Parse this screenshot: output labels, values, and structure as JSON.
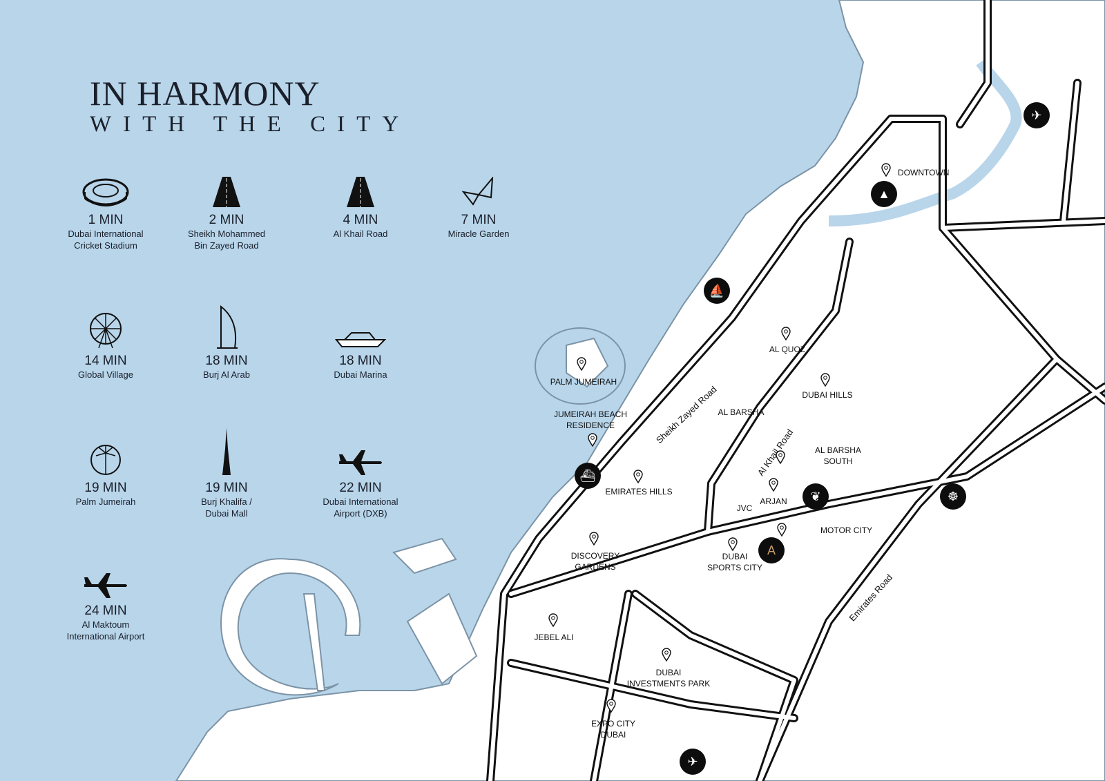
{
  "title": {
    "line1": "IN HARMONY",
    "line2": "WITH THE CITY"
  },
  "destinations": [
    {
      "time": "1 MIN",
      "name": "Dubai International\nCricket Stadium",
      "icon": "stadium-icon"
    },
    {
      "time": "2 MIN",
      "name": "Sheikh Mohammed\nBin Zayed Road",
      "icon": "road-icon"
    },
    {
      "time": "4 MIN",
      "name": "Al Khail Road",
      "icon": "road-icon"
    },
    {
      "time": "7 MIN",
      "name": "Miracle Garden",
      "icon": "butterfly-icon"
    },
    {
      "time": "14 MIN",
      "name": "Global Village",
      "icon": "ferris-wheel-icon"
    },
    {
      "time": "18 MIN",
      "name": "Burj Al Arab",
      "icon": "burj-al-arab-icon"
    },
    {
      "time": "18 MIN",
      "name": "Dubai Marina",
      "icon": "yacht-icon"
    },
    {
      "time": "19 MIN",
      "name": "Palm Jumeirah",
      "icon": "palm-icon"
    },
    {
      "time": "19 MIN",
      "name": "Burj Khalifa /\nDubai Mall",
      "icon": "burj-khalifa-icon"
    },
    {
      "time": "22 MIN",
      "name": "Dubai International\nAirport (DXB)",
      "icon": "airplane-icon"
    },
    {
      "time": "24 MIN",
      "name": "Al Maktoum\nInternational Airport",
      "icon": "airplane-icon"
    }
  ],
  "map_labels": {
    "downtown": "DOWNTOWN",
    "al_quoz": "AL QUOZ",
    "palm_jumeirah": "PALM JUMEIRAH",
    "jbr": "JUMEIRAH BEACH\nRESIDENCE",
    "dubai_hills": "DUBAI HILLS",
    "al_barsha": "AL BARSHA",
    "al_barsha_south": "AL BARSHA\nSOUTH",
    "arjan": "ARJAN",
    "emirates_hills": "EMIRATES HILLS",
    "jvc": "JVC",
    "motor_city": "MOTOR CITY",
    "dubai_sports_city": "DUBAI\nSPORTS CITY",
    "discovery_gardens": "DISCOVERY\nGARDENS",
    "jebel_ali": "JEBEL ALI",
    "dubai_investments_park": "DUBAI\nINVESTMENTS PARK",
    "expo_city": "EXPO CITY\nDUBAI"
  },
  "roads": {
    "szr": "Sheikh Zayed Road",
    "al_khail": "Al Khail Road",
    "emirates": "Emirates Road"
  },
  "colors": {
    "water": "#b8d5ea",
    "land": "#ffffff",
    "ink": "#111111"
  }
}
